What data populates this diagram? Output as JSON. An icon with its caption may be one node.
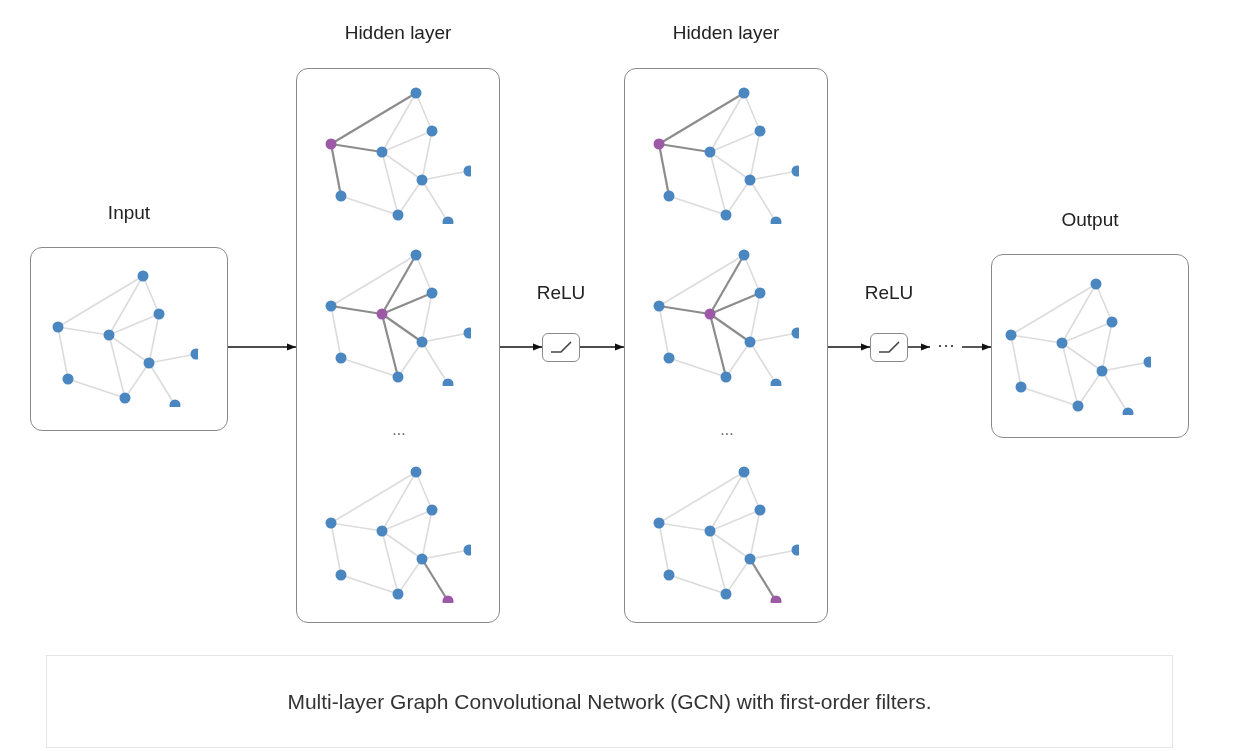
{
  "diagram": {
    "caption": "Multi-layer Graph Convolutional Network (GCN) with first-order filters.",
    "nodes": [
      {
        "text": [
          "Input"
        ]
      },
      {
        "text": [
          "Hidden layer",
          "..."
        ]
      },
      {
        "text": [
          "ReLU"
        ]
      },
      {
        "text": [
          "Hidden layer",
          "..."
        ]
      },
      {
        "text": [
          "ReLU"
        ]
      },
      {
        "text": [
          "···"
        ]
      },
      {
        "text": [
          "Output"
        ]
      }
    ],
    "edges": [
      {
        "from": 0,
        "to": 1,
        "arrow": "to"
      },
      {
        "from": 1,
        "to": 2,
        "arrow": "to"
      },
      {
        "from": 2,
        "to": 3,
        "arrow": "to"
      },
      {
        "from": 3,
        "to": 4,
        "arrow": "to"
      },
      {
        "from": 4,
        "to": 5,
        "arrow": "to"
      },
      {
        "from": 5,
        "to": 6,
        "arrow": "to"
      }
    ]
  }
}
